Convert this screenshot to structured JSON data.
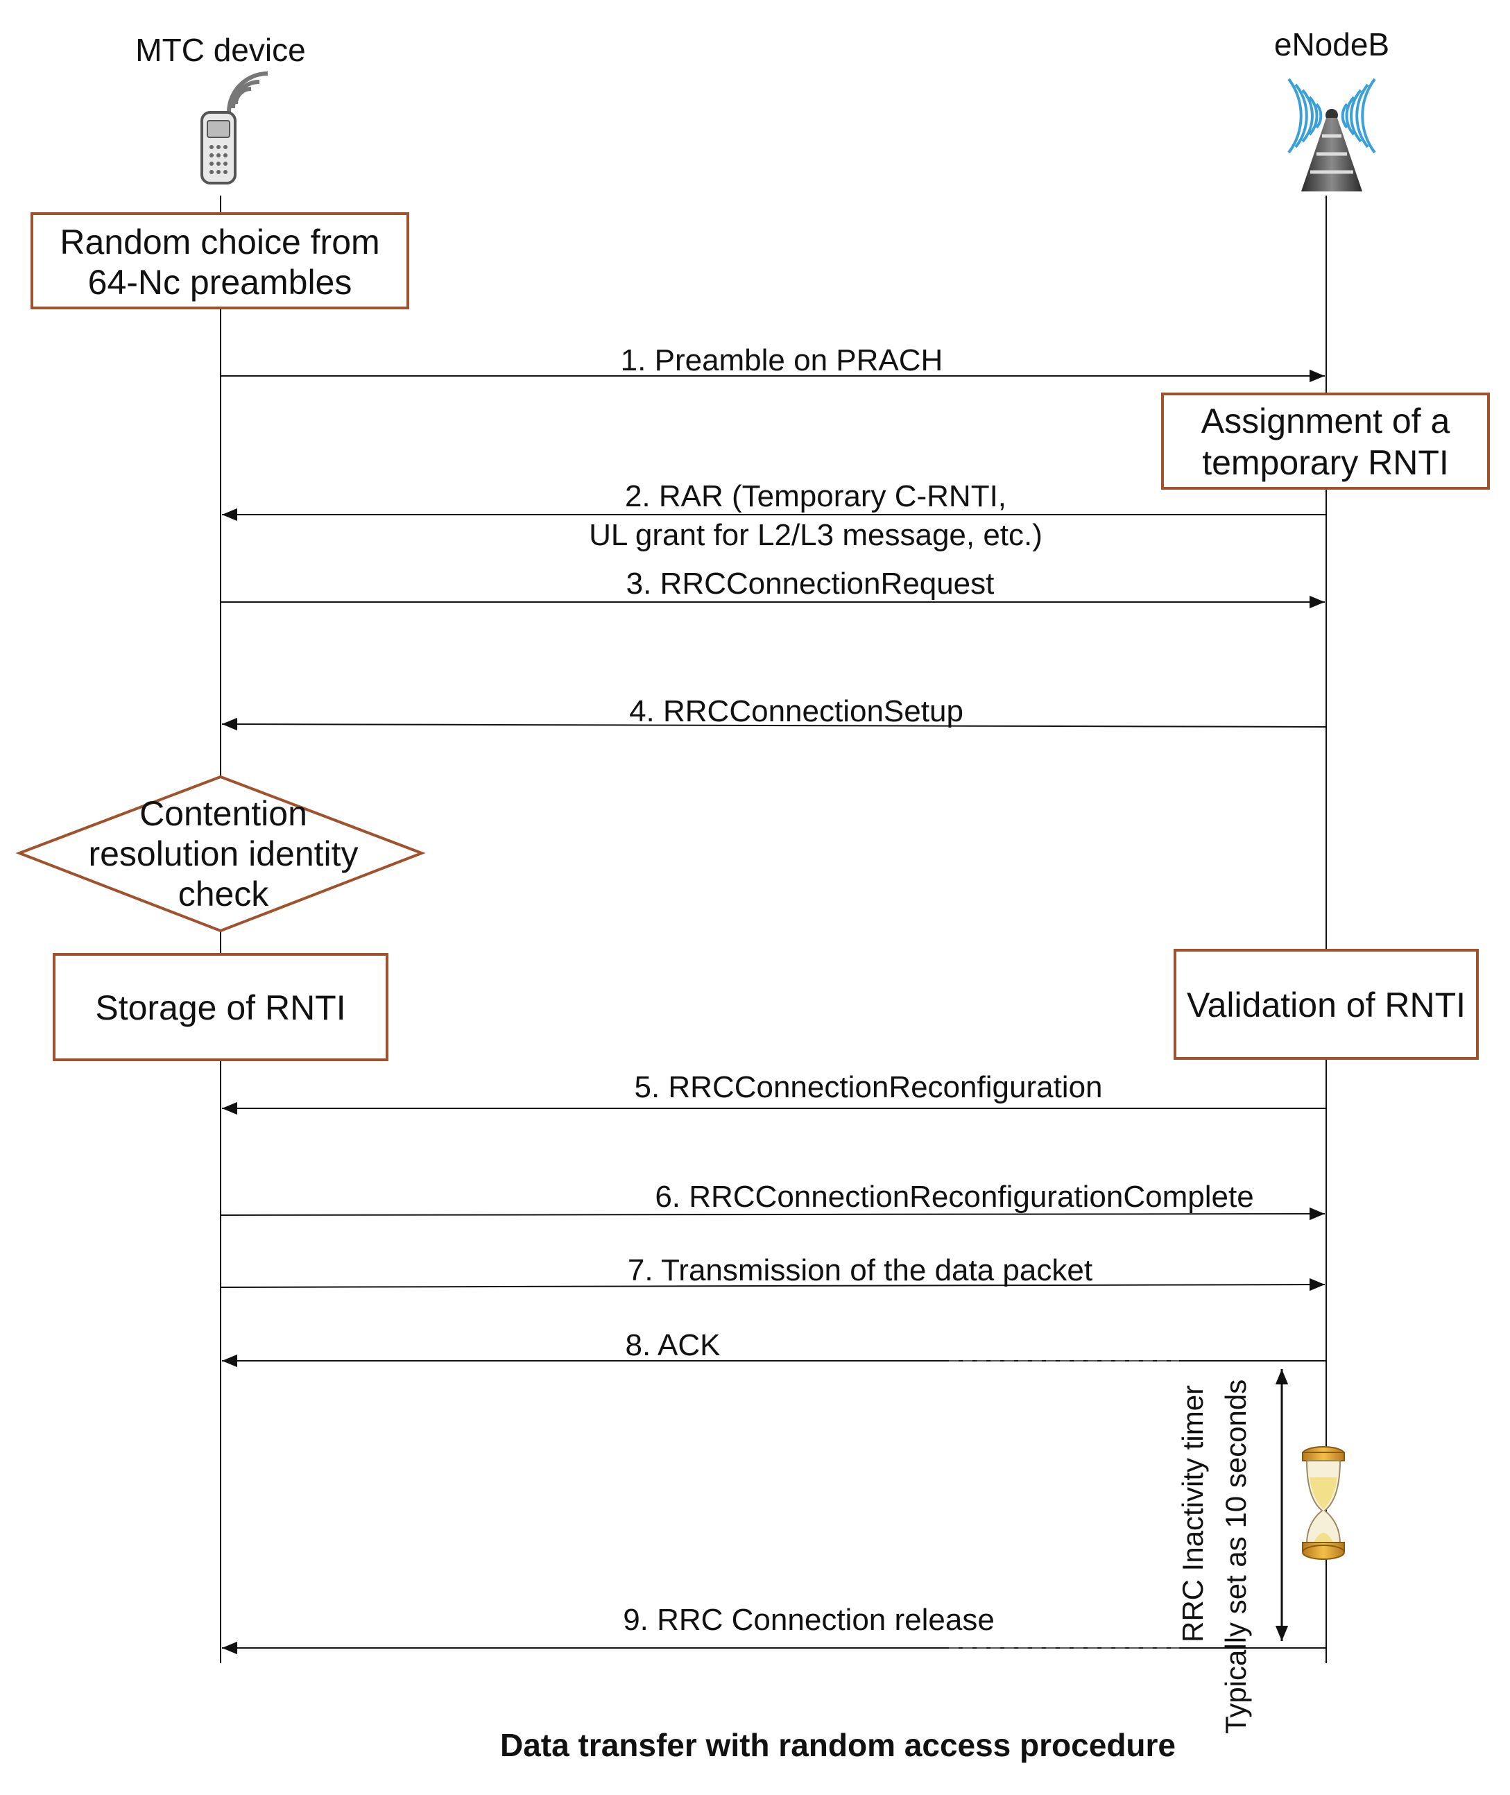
{
  "actors": {
    "device": "MTC device",
    "enodeb": "eNodeB"
  },
  "boxes": {
    "random_choice": [
      "Random choice from",
      "64-Nc preambles"
    ],
    "assignment": [
      "Assignment of a",
      "temporary RNTI"
    ],
    "contention": [
      "Contention",
      "resolution identity",
      "check"
    ],
    "storage": "Storage of RNTI",
    "validation": "Validation of RNTI"
  },
  "messages": [
    {
      "label": "1. Preamble on PRACH",
      "direction": "to-enodeb"
    },
    {
      "label": "2. RAR (Temporary C-RNTI,",
      "label2": "UL grant for L2/L3 message, etc.)",
      "direction": "to-device"
    },
    {
      "label": "3. RRCConnectionRequest",
      "direction": "to-enodeb"
    },
    {
      "label": "4. RRCConnectionSetup",
      "direction": "to-device"
    },
    {
      "label": "5. RRCConnectionReconfiguration",
      "direction": "to-device"
    },
    {
      "label": "6. RRCConnectionReconfigurationComplete",
      "direction": "to-enodeb"
    },
    {
      "label": "7. Transmission of the data packet",
      "direction": "to-enodeb"
    },
    {
      "label": "8. ACK",
      "direction": "to-device"
    },
    {
      "label": "9. RRC Connection release",
      "direction": "to-device"
    }
  ],
  "timer": {
    "line1": "RRC Inactivity timer",
    "line2": "Typically set as 10 seconds"
  },
  "caption": "Data transfer with random access procedure",
  "colors": {
    "box_border": "#a0522d",
    "line": "#111111",
    "antenna_wave": "#3aa0d8",
    "hourglass_gold": "#e0a528",
    "hourglass_sand": "#f3e08a"
  },
  "icons": {
    "device": "mobile-phone-icon",
    "enodeb": "cell-tower-icon",
    "timer": "hourglass-icon"
  }
}
